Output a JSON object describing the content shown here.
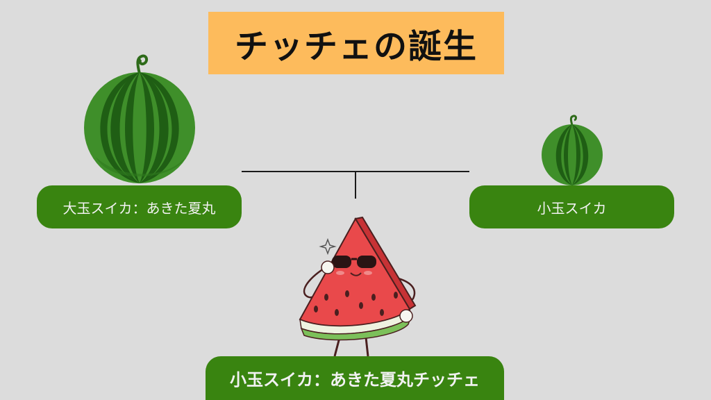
{
  "title": "チッチェの誕生",
  "parents": {
    "left": {
      "label": "大玉スイカ：あきた夏丸",
      "icon": "large-watermelon"
    },
    "right": {
      "label": "小玉スイカ",
      "icon": "small-watermelon"
    }
  },
  "child": {
    "label": "小玉スイカ：あきた夏丸チッチェ",
    "icon": "watermelon-slice-character"
  },
  "colors": {
    "background": "#dcdcdc",
    "title_bg": "#fdbb5c",
    "pill_bg": "#398410",
    "pill_text": "#f2f2f2",
    "connector": "#1a1a1a"
  }
}
